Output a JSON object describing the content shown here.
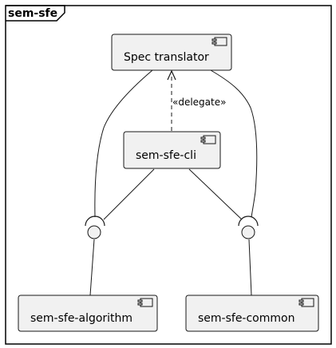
{
  "frame": {
    "title": "sem-sfe"
  },
  "components": {
    "spec_translator": "Spec translator",
    "cli": "sem-sfe-cli",
    "algorithm": "sem-sfe-algorithm",
    "common": "sem-sfe-common"
  },
  "relations": {
    "delegate_label": "«delegate»"
  },
  "colors": {
    "component_fill": "#f1f1f1",
    "stroke": "#181818",
    "frame_stroke": "#000000",
    "background": "#ffffff"
  }
}
